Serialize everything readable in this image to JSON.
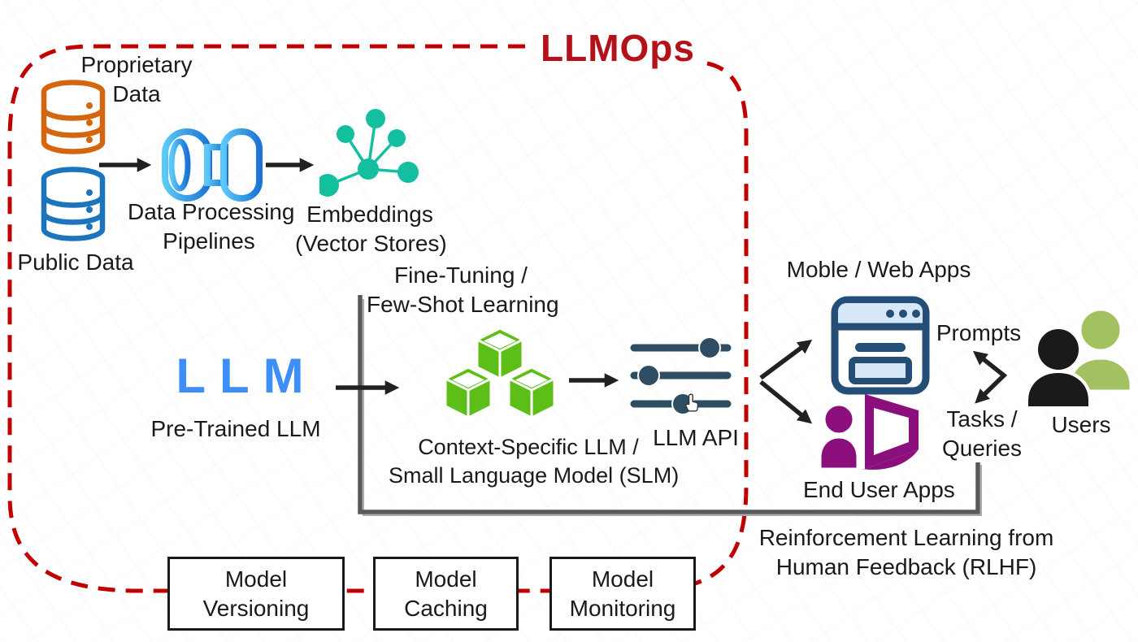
{
  "title": "LLMOps",
  "nodes": {
    "proprietary": {
      "line1": "Proprietary",
      "line2": "Data"
    },
    "public": {
      "label": "Public Data"
    },
    "pipelines": {
      "line1": "Data Processing",
      "line2": "Pipelines"
    },
    "embeddings": {
      "line1": "Embeddings",
      "line2": "(Vector Stores)"
    },
    "fine_tuning": {
      "line1": "Fine-Tuning /",
      "line2": "Few-Shot Learning"
    },
    "llm": {
      "logo": "LLM",
      "label": "Pre-Trained LLM"
    },
    "context_llm": {
      "line1": "Context-Specific LLM /",
      "line2": "Small Language Model (SLM)"
    },
    "llm_api": {
      "label": "LLM API"
    },
    "web_apps": {
      "label": "Moble / Web Apps"
    },
    "prompts": {
      "label": "Prompts"
    },
    "tasks": {
      "line1": "Tasks /",
      "line2": "Queries"
    },
    "users": {
      "label": "Users"
    },
    "end_user_apps": {
      "label": "End User Apps"
    },
    "rlhf": {
      "line1": "Reinforcement Learning from",
      "line2": "Human Feedback (RLHF)"
    }
  },
  "boxes": [
    {
      "line1": "Model",
      "line2": "Versioning"
    },
    {
      "line1": "Model",
      "line2": "Caching"
    },
    {
      "line1": "Model",
      "line2": "Monitoring"
    }
  ],
  "icons": {
    "proprietary_db": "database-icon",
    "public_db": "database-icon",
    "pipeline": "pipeline-icon",
    "embeddings": "network-graph-icon",
    "cubes": "stacked-cubes-icon",
    "sliders": "sliders-icon",
    "cursor": "hand-cursor-icon",
    "browser": "browser-window-icon",
    "person_laptop": "person-laptop-icon",
    "users": "two-users-icon"
  },
  "colors": {
    "title_red": "#B3121B",
    "dash_red": "#C00000",
    "llm_blue": "#3E8EF7",
    "db_orange": "#D4660F",
    "db_blue": "#1C75BC",
    "teal": "#14BFA0",
    "green": "#5CBE17",
    "slate": "#2E4D63",
    "navy": "#254E77",
    "navy_light": "#D6E8F7",
    "purple": "#8B0F7D",
    "user_green": "#A3C161",
    "user_black": "#1A1A1A",
    "loop_gray": "#58595B",
    "arrow_black": "#212121"
  }
}
